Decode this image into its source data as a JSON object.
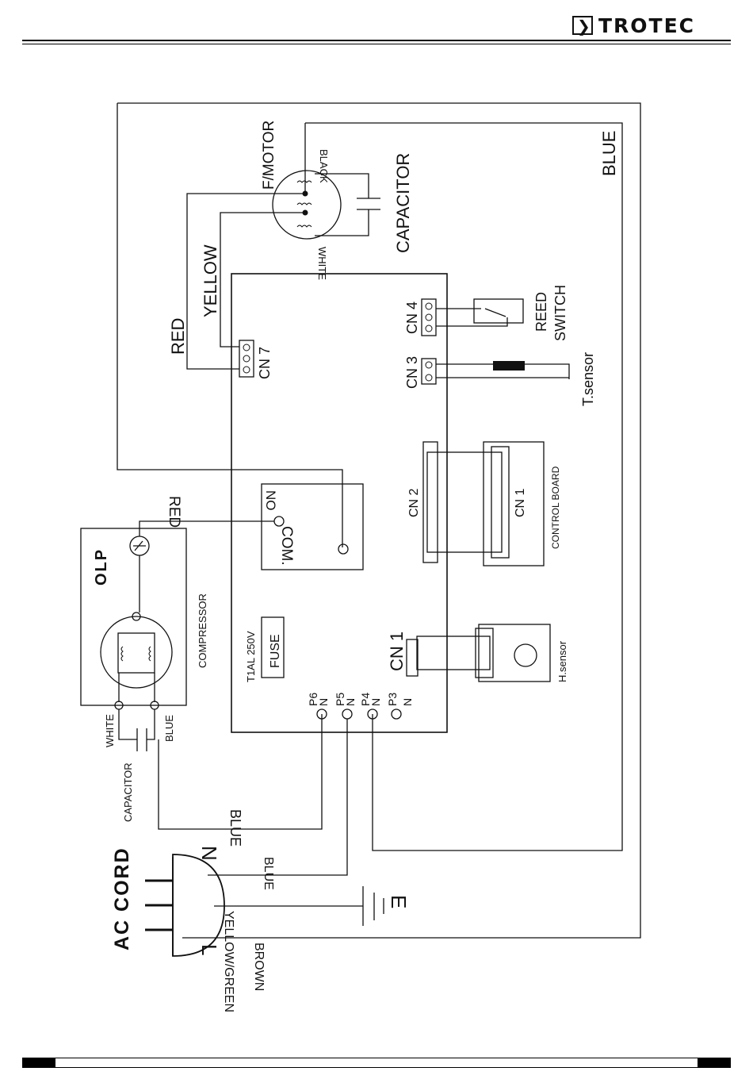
{
  "brand": {
    "name": "TROTEC",
    "logo_icon": "chevron-box-icon"
  },
  "labels": {
    "f_motor": "F/MOTOR",
    "black": "BLACK",
    "white_fan": "WHITE",
    "capacitor_fan": "CAPACITOR",
    "blue_right": "BLUE",
    "red_top": "RED",
    "yellow": "YELLOW",
    "cn7": "CN 7",
    "cn4": "CN 4",
    "cn3": "CN 3",
    "reed": "REED",
    "switch": "SWITCH",
    "tsensor": "T.sensor",
    "cn2": "CN 2",
    "cn1_board": "CN 1",
    "control_board": "CONTROL BOARD",
    "relay_no": "NO",
    "relay_com": "COM.",
    "red_relay": "RED",
    "olp": "OLP",
    "compressor": "COMPRESSOR",
    "fuse_rating": "T1AL  250V",
    "fuse": "FUSE",
    "cn1": "CN 1",
    "hsensor": "H.sensor",
    "p6": "P6",
    "p5": "P5",
    "p4": "P4",
    "p3": "P3",
    "n": "N",
    "white_comp": "WHITE",
    "blue_comp": "BLUE",
    "capacitor_comp": "CAPACITOR",
    "blue_bottom": "BLUE",
    "blue_plug": "BLUE",
    "ac_cord": "AC CORD",
    "plug_n": "N",
    "plug_l": "L",
    "plug_e": "E",
    "yellow_green": "YELLOW/GREEN",
    "brown": "BROWN"
  }
}
